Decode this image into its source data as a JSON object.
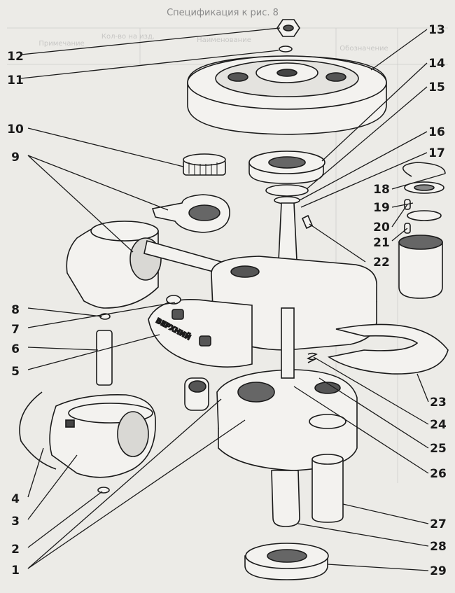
{
  "header": {
    "title": "Спецификация к рис. 8"
  },
  "table_ghost": {
    "columns": [
      "Обозначение",
      "Наименование",
      "Кол-во на изд.",
      "Примечание"
    ]
  },
  "callouts": [
    "1",
    "2",
    "3",
    "4",
    "5",
    "6",
    "7",
    "8",
    "9",
    "10",
    "11",
    "12",
    "13",
    "14",
    "15",
    "16",
    "17",
    "18",
    "19",
    "20",
    "21",
    "22",
    "23",
    "24",
    "25",
    "26",
    "27",
    "28",
    "29"
  ],
  "stamp_text": "ВЕРХНИЙ",
  "colors": {
    "background": "#ecebe7",
    "ink": "#1a1a1a",
    "ghost_text": "#a9a9a9"
  }
}
